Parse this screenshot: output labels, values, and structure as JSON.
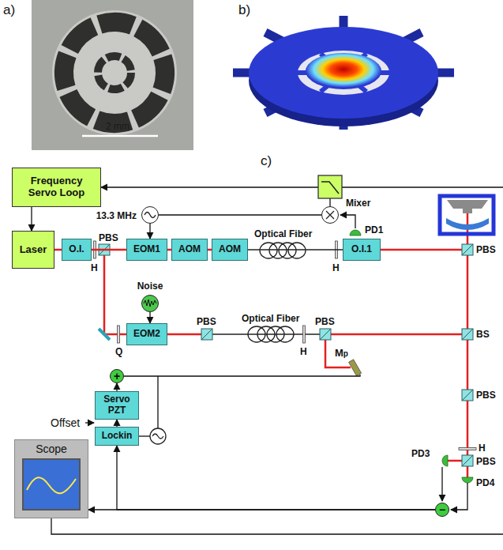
{
  "diagram": {
    "nodes": [
      {
        "text": [
          "Frequency Servo Loop"
        ]
      },
      {
        "text": [
          "13.3 MHz"
        ]
      },
      {
        "text": [
          "Mixer"
        ]
      },
      {
        "text": [
          "Laser"
        ]
      },
      {
        "text": [
          "O.I."
        ]
      },
      {
        "text": [
          "EOM1"
        ]
      },
      {
        "text": [
          "AOM"
        ]
      },
      {
        "text": [
          "AOM"
        ]
      },
      {
        "text": [
          "O.I.1"
        ]
      },
      {
        "text": [
          "Noise"
        ]
      },
      {
        "text": [
          "EOM2"
        ]
      },
      {
        "text": [
          "+"
        ]
      },
      {
        "text": [
          "Servo PZT"
        ]
      },
      {
        "text": [
          "Lockin"
        ]
      },
      {
        "text": [
          "Scope"
        ]
      },
      {
        "text": [
          "−"
        ]
      }
    ],
    "edges": [
      {
        "from": 2,
        "to": 0,
        "arrow": "to"
      },
      {
        "from": 1,
        "to": 2,
        "arrow": "none"
      },
      {
        "from": 0,
        "to": 3,
        "arrow": "to"
      },
      {
        "from": 1,
        "to": 5,
        "arrow": "to"
      },
      {
        "from": 3,
        "to": 4,
        "arrow": "none"
      },
      {
        "from": 4,
        "to": 5,
        "arrow": "none"
      },
      {
        "from": 5,
        "to": 6,
        "arrow": "none"
      },
      {
        "from": 6,
        "to": 7,
        "arrow": "none"
      },
      {
        "from": 7,
        "to": 8,
        "arrow": "none"
      },
      {
        "from": 9,
        "to": 10,
        "arrow": "to"
      },
      {
        "from": 12,
        "to": 11,
        "arrow": "to"
      },
      {
        "from": 13,
        "to": 12,
        "arrow": "to"
      },
      {
        "from": 15,
        "to": 13,
        "arrow": "to"
      },
      {
        "from": 15,
        "to": 14,
        "arrow": "to"
      }
    ],
    "labels": [
      "a)",
      "2 mm",
      "b)",
      "c)",
      "PBS",
      "H",
      "Optical Fiber",
      "H",
      "PD1",
      "PBS",
      "Q",
      "PBS",
      "Optical Fiber",
      "H",
      "PBS",
      "BS",
      "Mp",
      "PBS",
      "Offset",
      "H",
      "PBS",
      "PD3",
      "PD4"
    ]
  }
}
